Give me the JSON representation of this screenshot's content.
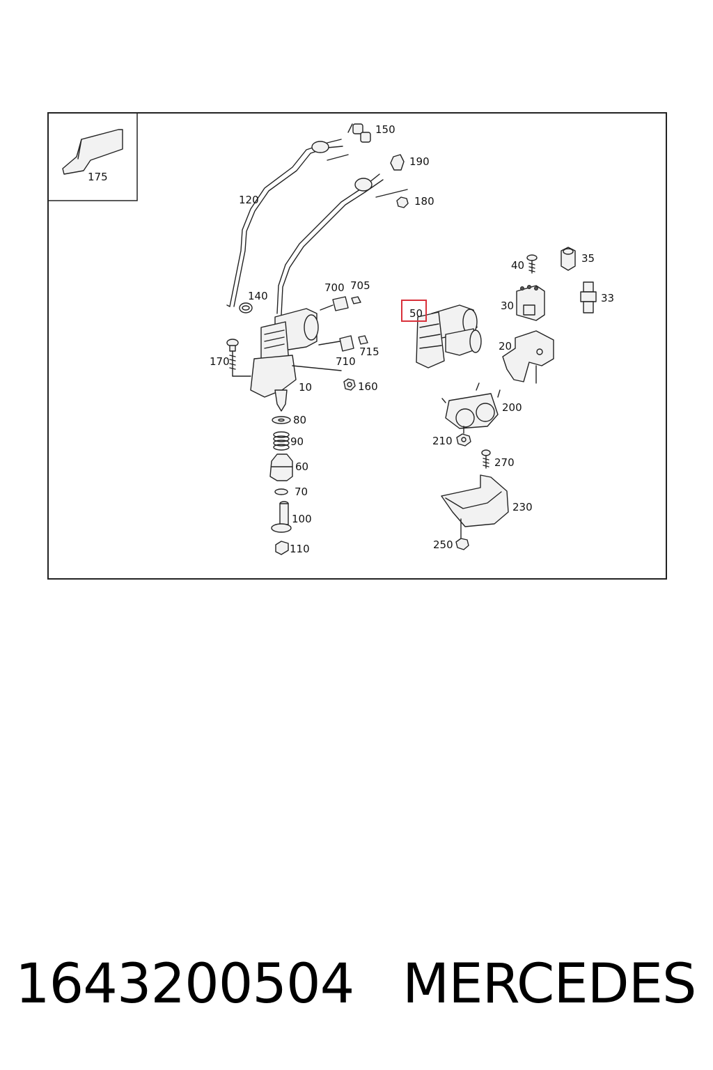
{
  "callouts": {
    "c175": "175",
    "c150": "150",
    "c190": "190",
    "c180": "180",
    "c120": "120",
    "c40": "40",
    "c35": "35",
    "c33": "33",
    "c30": "30",
    "c700": "700",
    "c705": "705",
    "c140": "140",
    "c50": "50",
    "c20": "20",
    "c715": "715",
    "c710": "710",
    "c170": "170",
    "c10": "10",
    "c160": "160",
    "c200": "200",
    "c80": "80",
    "c90": "90",
    "c210": "210",
    "c270": "270",
    "c60": "60",
    "c70": "70",
    "c230": "230",
    "c100": "100",
    "c250": "250",
    "c110": "110"
  },
  "highlight_color": "#d9303a",
  "footer": {
    "part_number": "1643200504",
    "brand": "MERCEDES"
  }
}
